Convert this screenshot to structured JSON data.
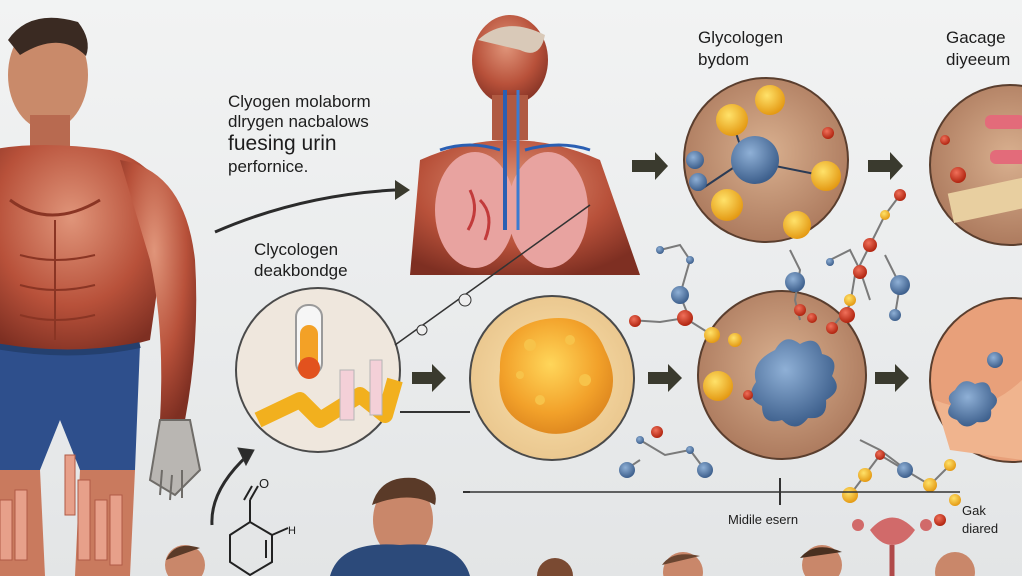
{
  "texts": {
    "intro_line1": "Clyogen molaborm",
    "intro_line2": "dlrygen nacbalows",
    "intro_line3": "fuesing urin",
    "intro_line4": "perfornice.",
    "glyco_title_line1": "Glycologen",
    "glyco_title_line2": "bydom",
    "gacage_line1": "Gacage",
    "gacage_line2": "diyeeum",
    "cyclo_line1": "Clycologen",
    "cyclo_line2": "deakbondge",
    "midile": "Midile esern",
    "gak_line1": "Gak",
    "gak_line2": "diared",
    "chem_o": "O",
    "chem_h": "H"
  },
  "colors": {
    "muscle": "#b8513a",
    "muscle_light": "#d98a6c",
    "shorts": "#2e4f8c",
    "circle_bg": "#c89a7a",
    "blob": "#f2b632",
    "molecule_blue": "#4a6e9a",
    "molecule_red": "#c8321e",
    "arrow": "#3a3a2e"
  }
}
